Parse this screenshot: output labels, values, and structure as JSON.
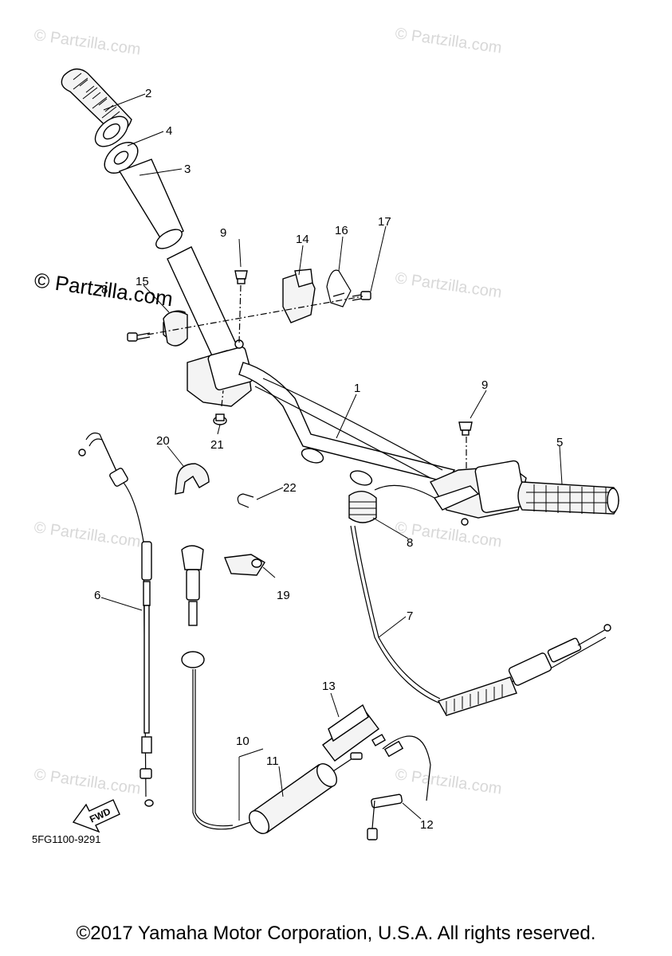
{
  "watermarks": {
    "text": "© Partzilla.com",
    "bold_text": "© Partzilla.com"
  },
  "callouts": {
    "c1": "1",
    "c2": "2",
    "c3": "3",
    "c4": "4",
    "c5": "5",
    "c6": "6",
    "c7": "7",
    "c8a": "8",
    "c8b": "8",
    "c9a": "9",
    "c9b": "9",
    "c10": "10",
    "c11": "11",
    "c12": "12",
    "c13": "13",
    "c14": "14",
    "c15": "15",
    "c16": "16",
    "c17": "17",
    "c19": "19",
    "c20": "20",
    "c21": "21",
    "c22": "22"
  },
  "fwd_label": "FWD",
  "diagram_code": "5FG1100-9291",
  "copyright": "©2017 Yamaha Motor Corporation, U.S.A. All rights reserved."
}
